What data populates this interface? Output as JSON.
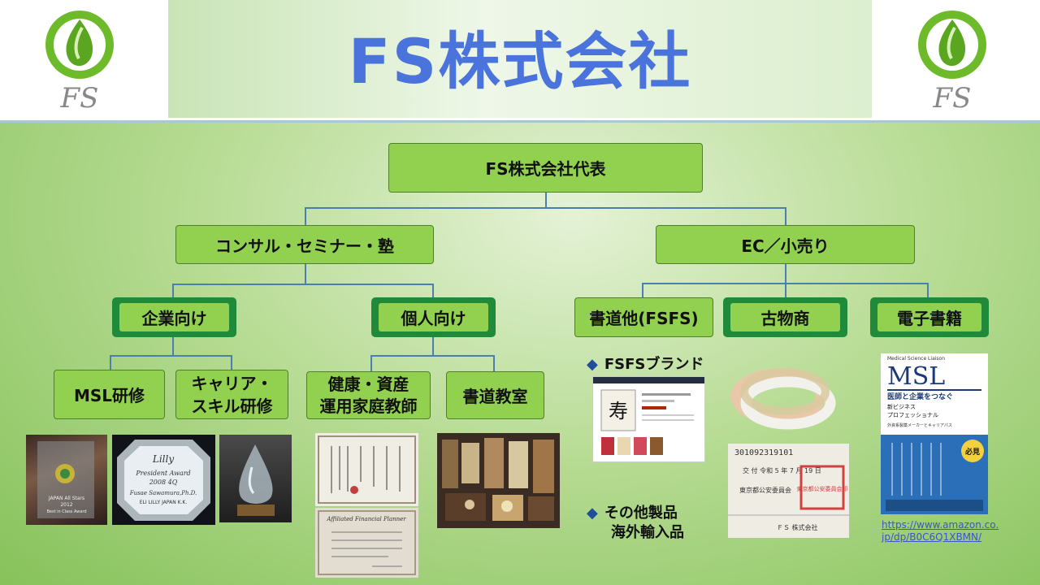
{
  "header": {
    "title": "FS株式会社",
    "logo_text": "FS"
  },
  "org": {
    "root": "FS株式会社代表",
    "left_branch": "コンサル・セミナー・塾",
    "right_branch": "EC／小売り",
    "corporate": "企業向け",
    "individual": "個人向け",
    "calligraphy": "書道他(FSFS)",
    "antiques": "古物商",
    "ebooks": "電子書籍",
    "msl_training": "MSL研修",
    "career_l1": "キャリア・",
    "career_l2": "スキル研修",
    "health_l1": "健康・資産",
    "health_l2": "運用家庭教師",
    "calligraphy_class": "書道教室"
  },
  "ec": {
    "brand_bullet": "◆",
    "brand_label": "FSFSブランド",
    "other_bullet": "◆",
    "other_l1": "その他製品",
    "other_l2": "海外輸入品"
  },
  "photos": {
    "award1_l1": "JAPAN All Stars",
    "award1_l2": "2012",
    "award1_l3": "Best in Class Award",
    "award2_l1": "Lilly",
    "award2_l2": "President Award",
    "award2_l3": "2008 4Q",
    "award2_l4": "Fusae Sawamura,Ph.D.",
    "award2_l5": "ELI LILLY JAPAN K.K.",
    "cert_title": "Affiliated Financial Planner",
    "shop_kanji": "寿",
    "license_number": "301092319101",
    "license_date": "交 付 令和 5 年 7 月 19 日",
    "license_issuer": "東京都公安委員会",
    "license_seal": "東京都公安委員会印",
    "license_holder": "ＦＳ 株式会社",
    "book_series": "Medical Science Liaison",
    "book_title": "MSL",
    "book_sub1": "医師と企業をつなぐ",
    "book_sub2": "新ビジネス",
    "book_sub3": "プロフェッショナル",
    "book_sub4": "外資系製薬メーカーとキャリアパス",
    "book_badge": "必見",
    "book_link_l1": "https://www.amazon.co.",
    "book_link_l2": "jp/dp/B0C6Q1XBMN/"
  },
  "colors": {
    "title_blue": "#4a74dc",
    "box_green": "#92d050",
    "dark_green": "#1f8a3a",
    "connector_blue": "#4a7fb0"
  }
}
